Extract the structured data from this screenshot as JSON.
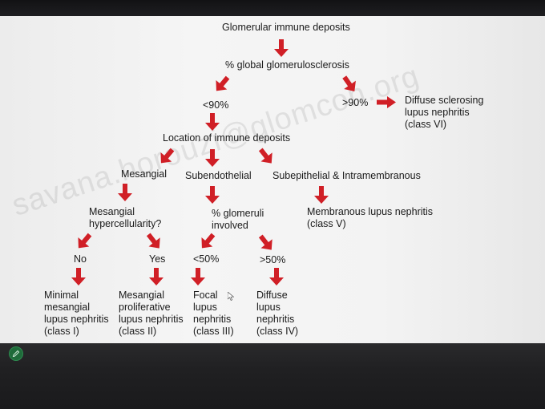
{
  "slide": {
    "root": "Glomerular immune deposits",
    "global_sclerosis": "% global glomerulosclerosis",
    "lt90": "<90%",
    "gt90": ">90%",
    "class_vi": "Diffuse sclerosing\nlupus nephritis\n(class VI)",
    "location": "Location of immune deposits",
    "mesangial": "Mesangial",
    "subendothelial": "Subendothelial",
    "subepithelial": "Subepithelial & Intramembranous",
    "mesangial_hyper": "Mesangial\nhypercellularity?",
    "pct_glomeruli": "% glomeruli\ninvolved",
    "class_v": "Membranous lupus nephritis\n(class V)",
    "no": "No",
    "yes": "Yes",
    "lt50": "<50%",
    "gt50": ">50%",
    "class_i": "Minimal\nmesangial\nlupus nephritis\n(class I)",
    "class_ii": "Mesangial\nproliferative\nlupus nephritis\n(class II)",
    "class_iii": "Focal\nlupus\nnephritis\n(class III)",
    "class_iv": "Diffuse\nlupus\nnephritis\n(class IV)",
    "watermark": "savana.horouzi@glomcon.org"
  },
  "colors": {
    "arrow": "#d01f26",
    "text": "#1a1a1a"
  },
  "icons": {
    "pen": "pen-icon",
    "cursor": "mouse-cursor-icon"
  }
}
